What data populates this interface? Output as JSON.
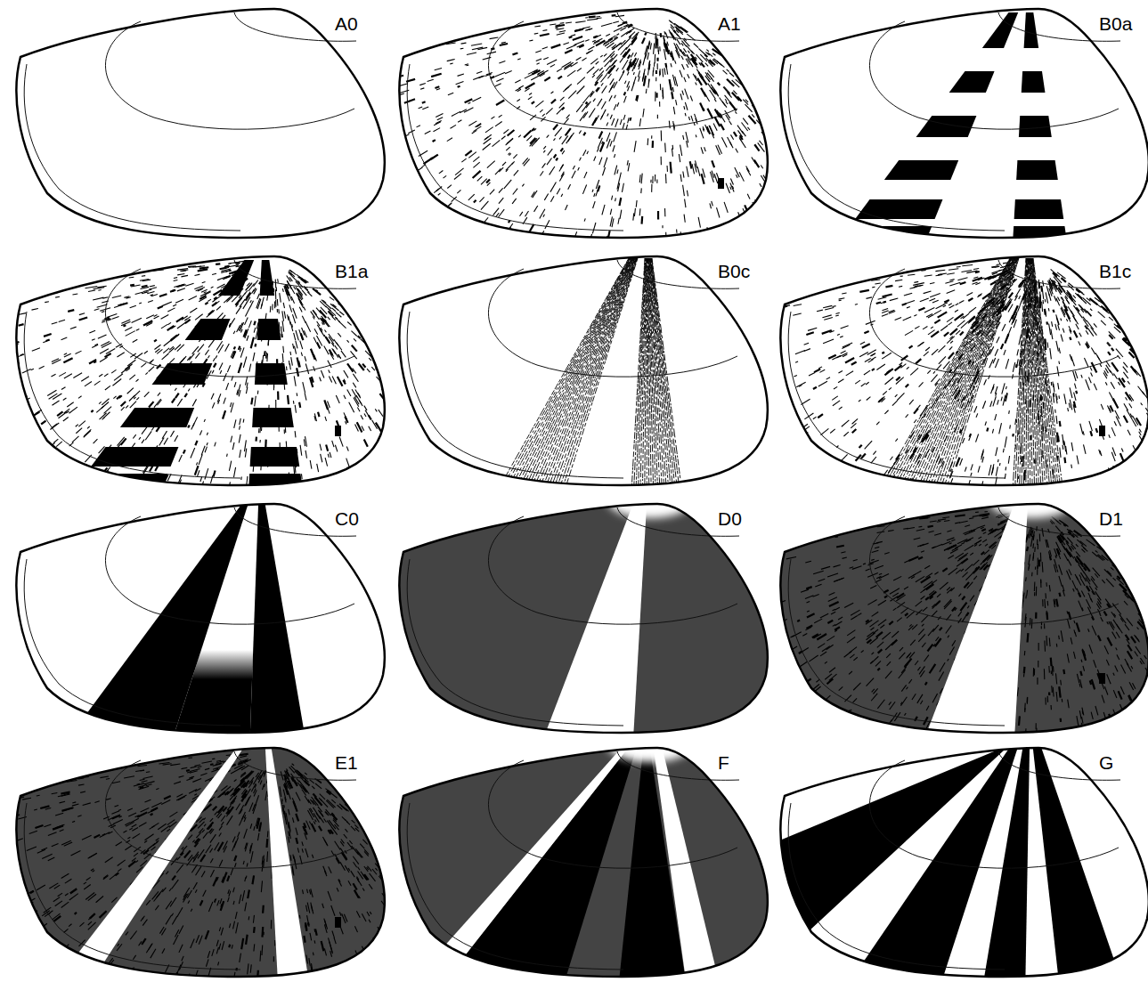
{
  "diagram": {
    "labels": [
      "A0",
      "A1",
      "B0a",
      "B1a",
      "B0c",
      "B1c",
      "C0",
      "D0",
      "D1",
      "E1",
      "F",
      "G"
    ]
  }
}
